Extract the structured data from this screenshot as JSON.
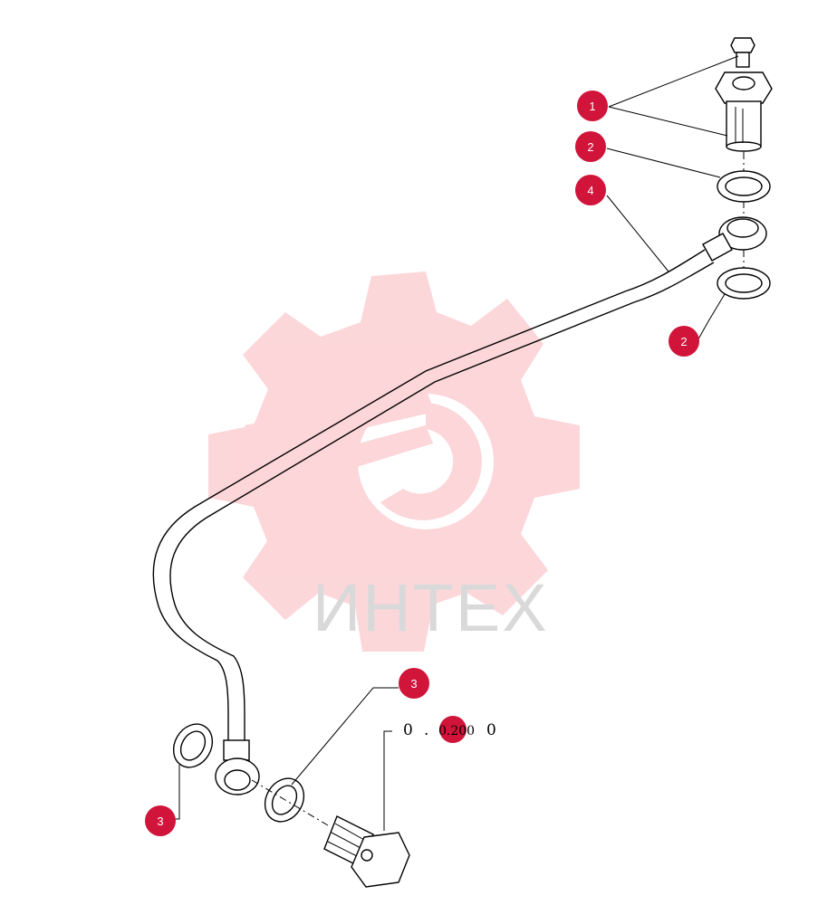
{
  "watermark": {
    "logo": "intex-gear-logo",
    "text": "ИНТЕХ",
    "color": "#f24a55"
  },
  "callouts": [
    {
      "id": "callout-1",
      "label": "1"
    },
    {
      "id": "callout-2a",
      "label": "2"
    },
    {
      "id": "callout-4",
      "label": "4"
    },
    {
      "id": "callout-2b",
      "label": "2"
    },
    {
      "id": "callout-3a",
      "label": "3"
    },
    {
      "id": "callout-3b",
      "label": "3"
    }
  ],
  "reference": {
    "left": "0",
    "dot": ".",
    "badge": "0.200",
    "right": "0"
  },
  "colors": {
    "callout": "#d0143a",
    "watermark_logo": "#f24a55",
    "watermark_text": "#d9d9d9"
  }
}
